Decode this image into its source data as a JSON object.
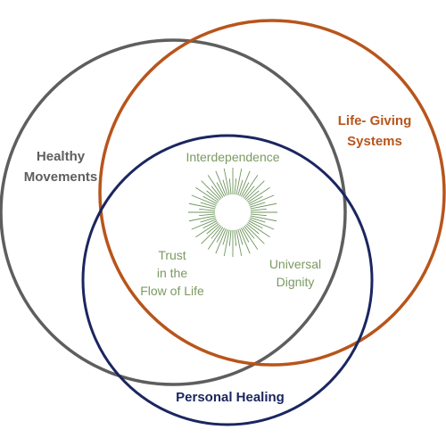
{
  "colors": {
    "healthy_movements": "#5e5e5e",
    "life_giving_systems": "#b8551b",
    "personal_healing": "#1b2660",
    "inner_text": "#7b9a62",
    "sun_icon": "#6f955d"
  },
  "circles": {
    "healthy_movements": {
      "label_line1": "Healthy",
      "label_line2": "Movements"
    },
    "life_giving_systems": {
      "label_line1": "Life- Giving",
      "label_line2": "Systems"
    },
    "personal_healing": {
      "label": "Personal Healing"
    }
  },
  "center": {
    "icon": "sun-burst-icon",
    "top_label": "Interdependence",
    "left_label_line1": "Trust",
    "left_label_line2": "in the",
    "left_label_line3": "Flow of Life",
    "right_label_line1": "Universal",
    "right_label_line2": "Dignity"
  }
}
